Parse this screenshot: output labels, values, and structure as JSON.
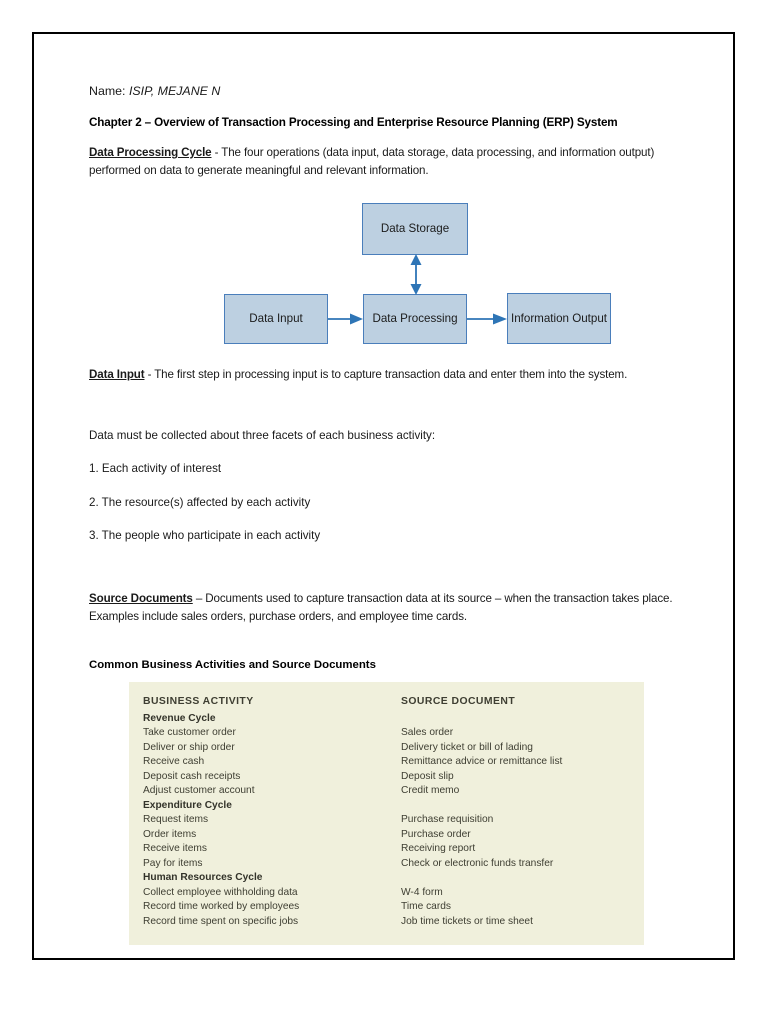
{
  "document": {
    "name_label": "Name:",
    "name_value": "ISIP, MEJANE N",
    "chapter_title": "Chapter 2 – Overview of Transaction Processing and Enterprise Resource Planning (ERP) System",
    "sections": {
      "data_processing_cycle": {
        "term": "Data Processing Cycle",
        "body": " - The four operations (data input, data storage, data processing, and information output) performed on data to generate meaningful and relevant information."
      },
      "data_input": {
        "term": "Data Input",
        "body": " - The first step in processing input is to capture transaction data and enter them into the system."
      },
      "facets_intro": "Data must be collected about three facets of each business activity:",
      "facets": [
        "1. Each activity of interest",
        "2. The resource(s) affected by each activity",
        "3. The people who participate in each activity"
      ],
      "source_documents": {
        "term": "Source Documents",
        "body": " –  Documents used to capture transaction data at its source – when the transaction takes place. Examples include sales orders, purchase orders, and employee time cards."
      },
      "table_heading": "Common Business Activities and Source Documents"
    }
  },
  "flow_diagram": {
    "boxes": {
      "storage": "Data Storage",
      "input": "Data Input",
      "processing": "Data Processing",
      "output": "Information Output"
    },
    "colors": {
      "box_fill": "#bdd0e1",
      "box_border": "#4a7ebb",
      "arrow": "#2e75b6"
    }
  },
  "source_document_table": {
    "background_color": "#f0f0dc",
    "text_color": "#3e3e32",
    "columns": [
      "BUSINESS ACTIVITY",
      "SOURCE DOCUMENT"
    ],
    "rows": [
      {
        "activity": "Revenue Cycle",
        "document": "",
        "is_group": true
      },
      {
        "activity": "Take customer order",
        "document": "Sales order",
        "is_group": false
      },
      {
        "activity": "Deliver or ship order",
        "document": "Delivery ticket or bill of lading",
        "is_group": false
      },
      {
        "activity": "Receive cash",
        "document": "Remittance advice or remittance list",
        "is_group": false
      },
      {
        "activity": "Deposit cash receipts",
        "document": "Deposit slip",
        "is_group": false
      },
      {
        "activity": "Adjust customer account",
        "document": "Credit memo",
        "is_group": false
      },
      {
        "activity": "Expenditure Cycle",
        "document": "",
        "is_group": true
      },
      {
        "activity": "Request items",
        "document": "Purchase requisition",
        "is_group": false
      },
      {
        "activity": "Order items",
        "document": "Purchase order",
        "is_group": false
      },
      {
        "activity": "Receive items",
        "document": "Receiving report",
        "is_group": false
      },
      {
        "activity": "Pay for items",
        "document": "Check or electronic funds transfer",
        "is_group": false
      },
      {
        "activity": "Human Resources Cycle",
        "document": "",
        "is_group": true
      },
      {
        "activity": "Collect employee withholding data",
        "document": "W-4 form",
        "is_group": false
      },
      {
        "activity": "Record time worked by employees",
        "document": "Time cards",
        "is_group": false
      },
      {
        "activity": "Record time spent on specific jobs",
        "document": "Job time tickets or time sheet",
        "is_group": false
      }
    ]
  }
}
